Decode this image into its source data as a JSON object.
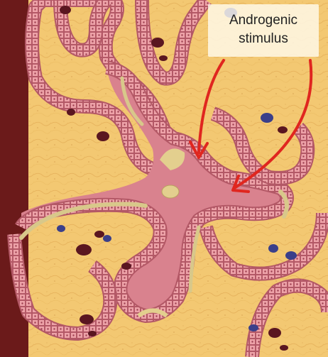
{
  "label": {
    "line1": "Androgenic",
    "line2": "stimulus"
  },
  "colors": {
    "stroma": "#f2c670",
    "stroma_light": "#f8dc92",
    "epithelium": "#e79aa0",
    "epithelium_cell_border": "#a4505c",
    "lumen": "#d9828e",
    "secretion": "#d9c98a",
    "arrow": "#e0261f",
    "left_edge": "#6b1a1a",
    "nucleus_dark": "#5a1620",
    "nucleus_blue": "#3a3f8a"
  },
  "icons": {
    "arrow_1": "red-curved-arrow",
    "arrow_2": "red-curved-arrow"
  }
}
